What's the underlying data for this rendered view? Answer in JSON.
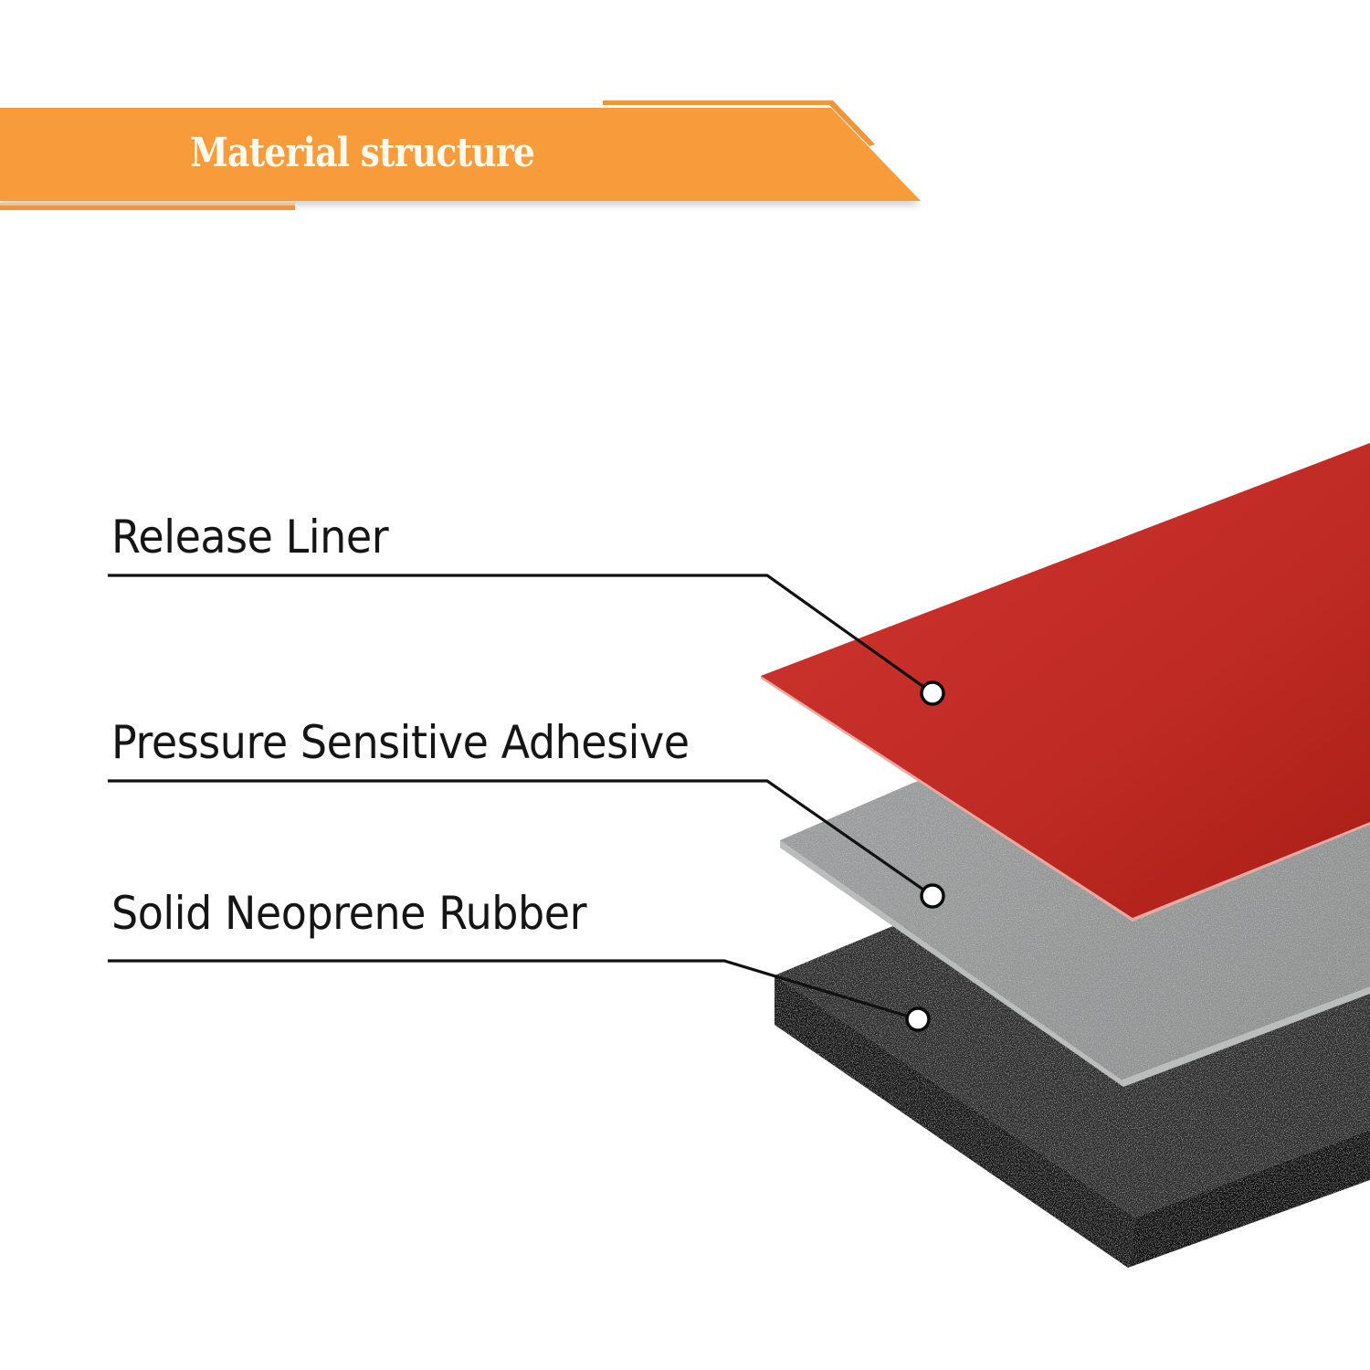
{
  "banner": {
    "title": "Material structure",
    "color": "#F89B3A"
  },
  "layers": [
    {
      "label": "Release Liner",
      "color": "#C42A25",
      "marker": "callout-dot"
    },
    {
      "label": "Pressure Sensitive Adhesive",
      "color": "#9A9C9C",
      "marker": "callout-dot"
    },
    {
      "label": "Solid Neoprene Rubber",
      "color": "#2A2A2A",
      "marker": "callout-dot"
    }
  ]
}
